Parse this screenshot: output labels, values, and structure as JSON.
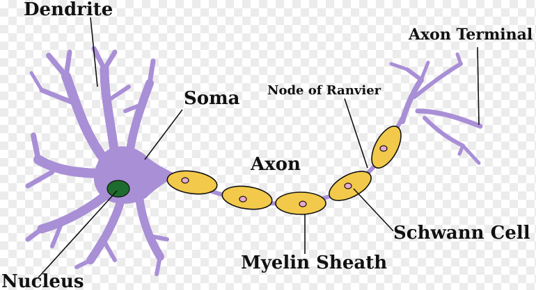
{
  "labels": {
    "dendrite": "Dendrite",
    "soma": "Soma",
    "axon": "Axon",
    "node_of_ranvier": "Node of Ranvier",
    "axon_terminal": "Axon Terminal",
    "schwann_cell": "Schwann Cell",
    "myelin_sheath": "Myelin Sheath",
    "nucleus": "Nucleus"
  },
  "colors": {
    "cell_body": "#a98fd6",
    "myelin": "#f2c94a",
    "schwann_nucleus": "#e9a9cf",
    "cell_nucleus": "#1e6b2e",
    "ink": "#111111"
  }
}
